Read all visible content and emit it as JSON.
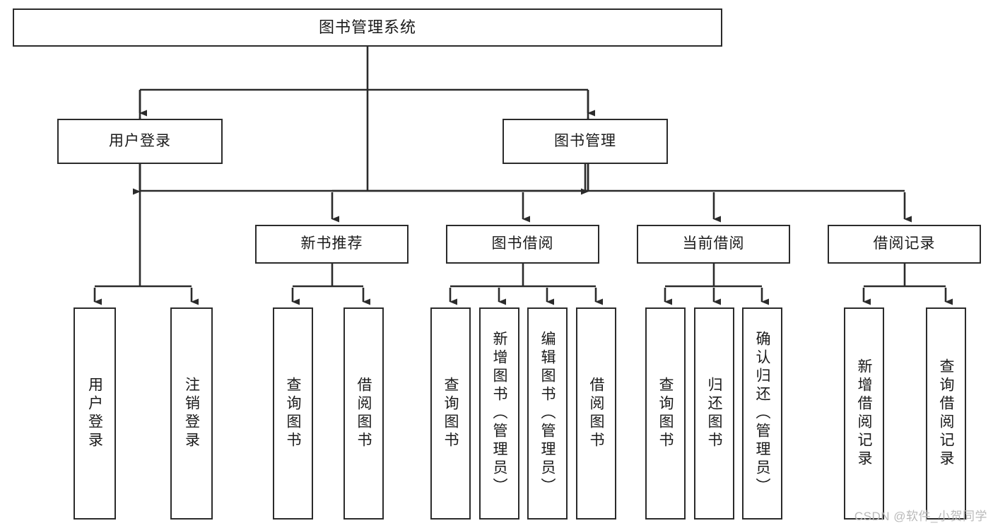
{
  "diagram": {
    "title": "图书管理系统",
    "type": "tree",
    "colors": {
      "background": "#ffffff",
      "node_border": "#2b2b2b",
      "node_fill": "#ffffff",
      "edge": "#2b2b2b",
      "text": "#1a1a1a",
      "watermark": "#b9b9b9"
    },
    "root": {
      "label": "图书管理系统"
    },
    "level1": [
      {
        "label": "用户登录"
      },
      {
        "label": "图书管理"
      }
    ],
    "level2": [
      {
        "label": "新书推荐"
      },
      {
        "label": "图书借阅"
      },
      {
        "label": "当前借阅"
      },
      {
        "label": "借阅记录"
      }
    ],
    "leaves": {
      "user_login": [
        {
          "label": "用户登录"
        },
        {
          "label": "注销登录"
        }
      ],
      "new_book_recommend": [
        {
          "label": "查询图书"
        },
        {
          "label": "借阅图书"
        }
      ],
      "book_borrow": [
        {
          "label": "查询图书"
        },
        {
          "label": "新增图书（管理员）"
        },
        {
          "label": "编辑图书（管理员）"
        },
        {
          "label": "借阅图书"
        }
      ],
      "current_borrow": [
        {
          "label": "查询图书"
        },
        {
          "label": "归还图书"
        },
        {
          "label": "确认归还（管理员）"
        }
      ],
      "borrow_record": [
        {
          "label": "新增借阅记录"
        },
        {
          "label": "查询借阅记录"
        }
      ]
    }
  },
  "watermark": {
    "text": "CSDN @软件_小贺同学"
  }
}
